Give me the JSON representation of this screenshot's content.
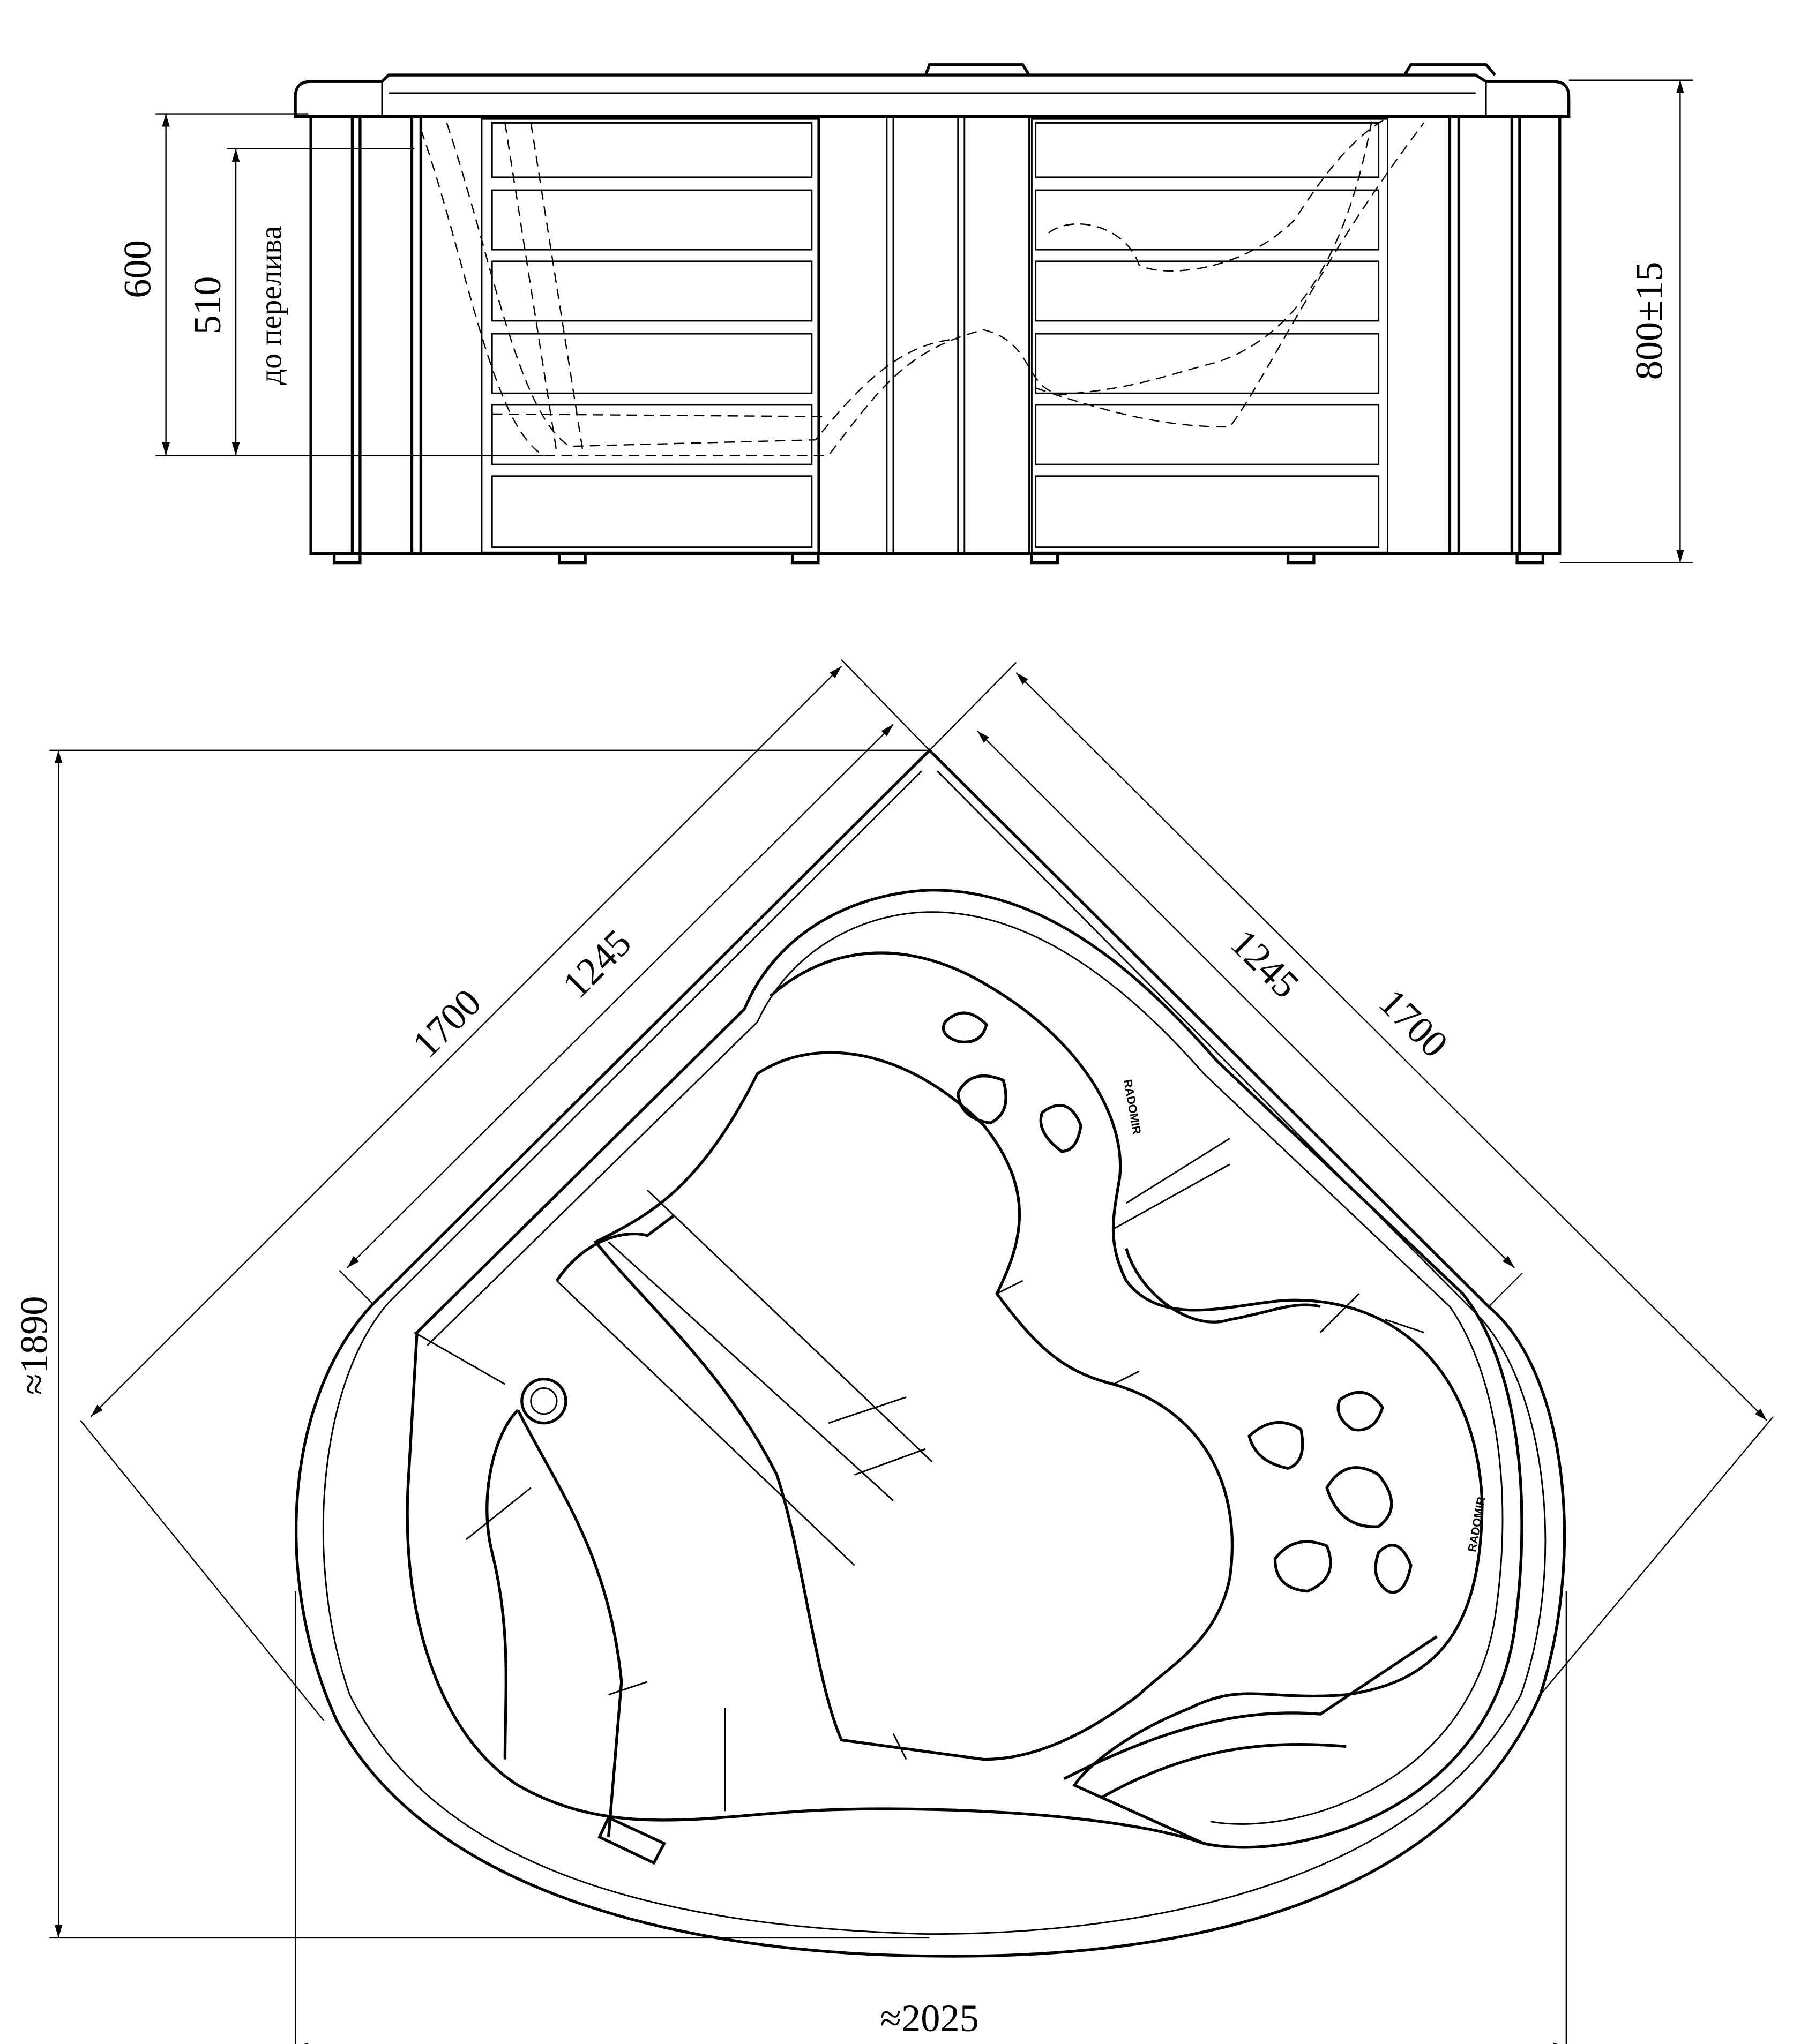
{
  "elevation": {
    "dim_total_height": "600",
    "dim_overflow_height": "510",
    "overflow_label": "до перелива",
    "dim_overall_height": "800±15"
  },
  "plan": {
    "dim_left_outer": "1700",
    "dim_left_inner": "1245",
    "dim_right_inner": "1245",
    "dim_right_outer": "1700",
    "dim_depth": "≈1890",
    "dim_width": "≈2025",
    "logo_text": "RADOMIR"
  },
  "colors": {
    "line": "#000000",
    "background": "#ffffff"
  }
}
